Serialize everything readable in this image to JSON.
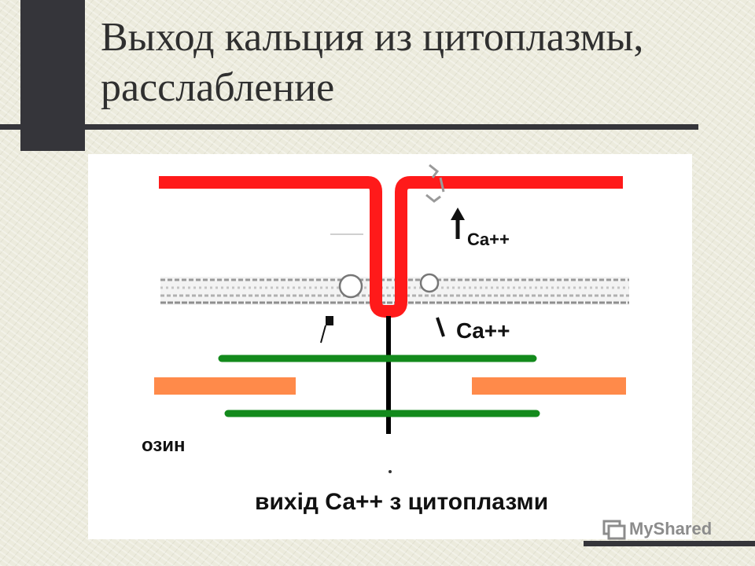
{
  "slide": {
    "title_line1": "Выход кальция из цитоплазмы,",
    "title_line2": "расслабление"
  },
  "diagram": {
    "ca_label_top": "Ca++",
    "ca_label_bottom": "Ca++",
    "left_fragment": "озин",
    "caption": "вихід Са++ з цитоплазми",
    "colors": {
      "membrane": "#ff1a1a",
      "actin": "#138a1c",
      "myosin": "#ff8a4a",
      "line": "#000000"
    }
  },
  "watermark": {
    "text": "MyShared",
    "icon": "myshared-logo-icon"
  }
}
